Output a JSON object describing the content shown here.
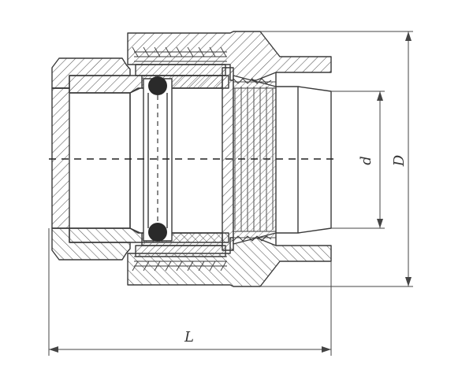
{
  "diagram": {
    "labels": {
      "inner_diameter": "d",
      "outer_diameter": "D",
      "length": "L"
    },
    "colors": {
      "stroke": "#3a3a3a",
      "hatch": "#555555",
      "fill": "#ffffff",
      "oring": "#2a2a2a"
    }
  }
}
